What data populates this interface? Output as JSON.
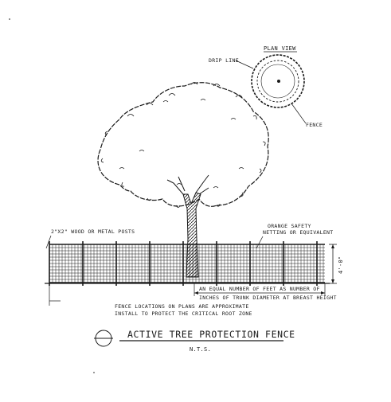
{
  "plan_view": {
    "title": "PLAN VIEW",
    "drip_line_label": "DRIP LINE",
    "fence_label": "FENCE"
  },
  "labels": {
    "posts": "2\"X2\" WOOD OR METAL POSTS",
    "netting_line1": "ORANGE SAFETY",
    "netting_line2": "NETTING OR EQUIVALENT",
    "height": "4'-0\"",
    "offset_line1": "AN EQUAL NUMBER OF FEET AS NUMBER OF",
    "offset_line2": "INCHES OF TRUNK DIAMETER AT BREAST HEIGHT",
    "note_line1": "FENCE LOCATIONS ON PLANS ARE APPROXIMATE",
    "note_line2": "INSTALL TO PROTECT THE CRITICAL ROOT ZONE"
  },
  "title_block": {
    "title": "ACTIVE TREE PROTECTION FENCE",
    "scale": "N.T.S."
  }
}
